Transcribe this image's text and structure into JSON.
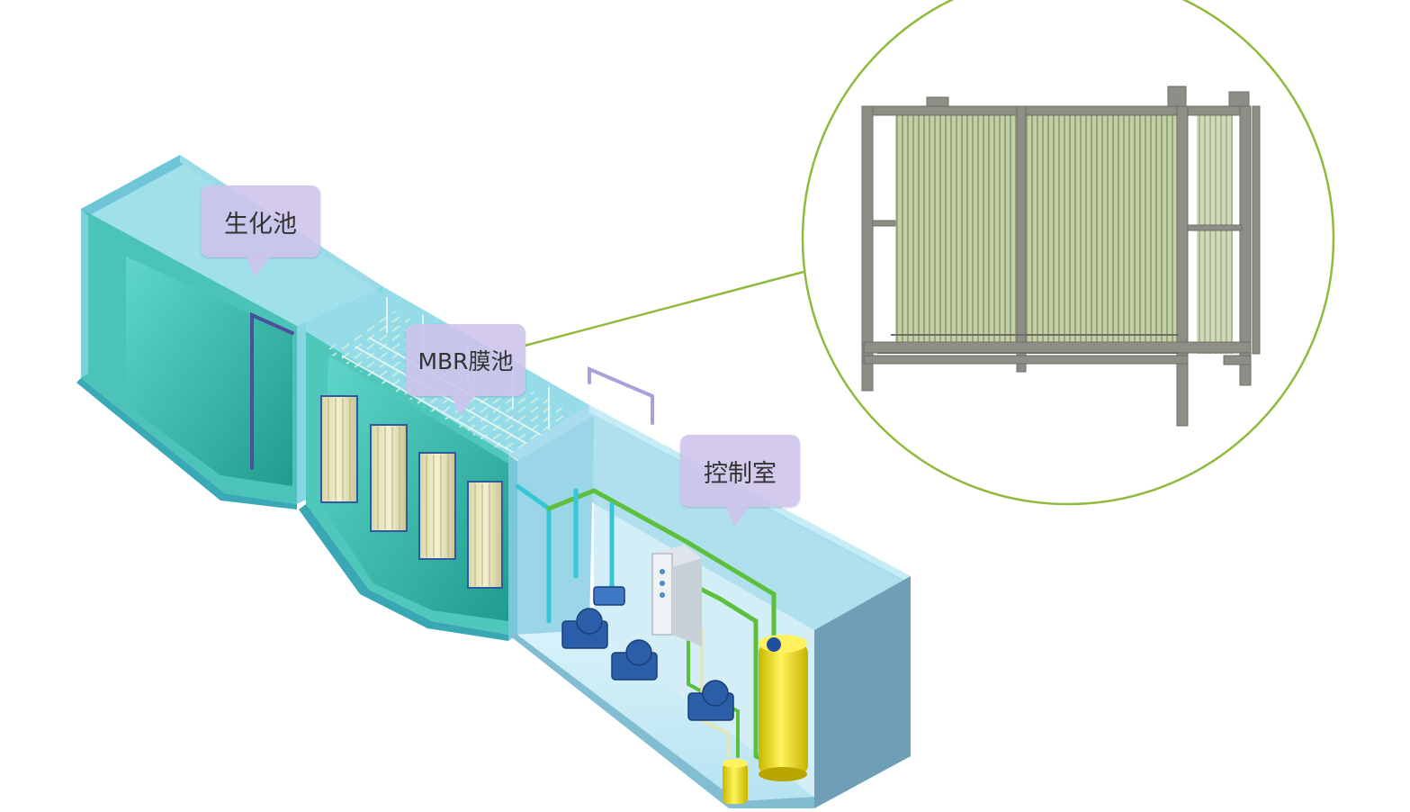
{
  "labels": {
    "bio_tank": "生化池",
    "mbr_tank": "MBR膜池",
    "control_room": "控制室"
  },
  "colors": {
    "water": "#3ec0b4",
    "tank_wall": "#9fd8e8",
    "pipe_green": "#5cc03c",
    "pipe_cyan": "#35c6d8",
    "chemical_tank": "#f0e020",
    "zoom_circle": "#8fba3c",
    "callout_bg": "#cdc3eb",
    "membrane_frame": "#8e8e86",
    "membrane_fiber": "#b7c49a"
  },
  "icons": {
    "pumps": "pump-icon",
    "control_cabinet": "electrical-cabinet-icon",
    "dosing_tank": "chemical-tank-icon",
    "membrane_module": "membrane-module-icon"
  }
}
